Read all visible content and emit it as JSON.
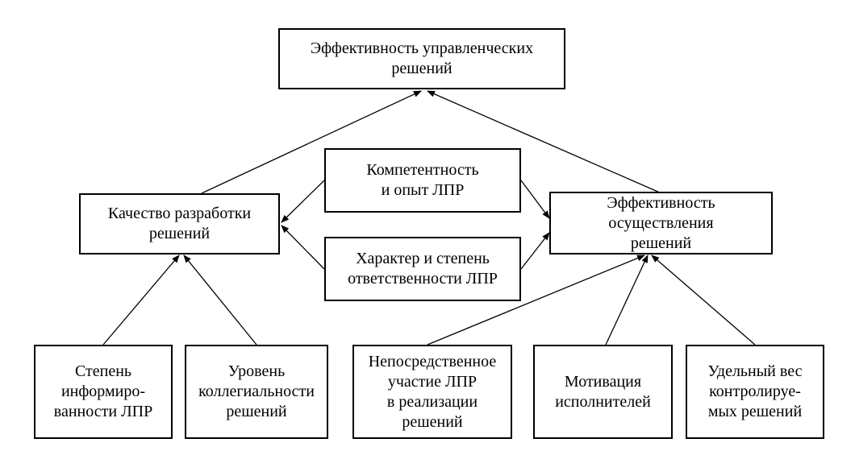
{
  "boxes": {
    "top": [
      "Эффективность управленческих",
      "решений"
    ],
    "quality": [
      "Качество разработки",
      "решений"
    ],
    "competence": [
      "Компетентность",
      "и опыт ЛПР"
    ],
    "responsibility": [
      "Характер и степень",
      "ответственности ЛПР"
    ],
    "implementation": [
      "Эффективность",
      "осуществления",
      "решений"
    ],
    "informed": [
      "Степень",
      "информиро-",
      "ванности ЛПР"
    ],
    "collegiality": [
      "Уровень",
      "коллегиальности",
      "решений"
    ],
    "participation": [
      "Непосредственное",
      "участие ЛПР",
      "в реализации",
      "решений"
    ],
    "motivation": [
      "Мотивация",
      "исполнителей"
    ],
    "weight": [
      "Удельный вес",
      "контролируе-",
      "мых решений"
    ]
  }
}
